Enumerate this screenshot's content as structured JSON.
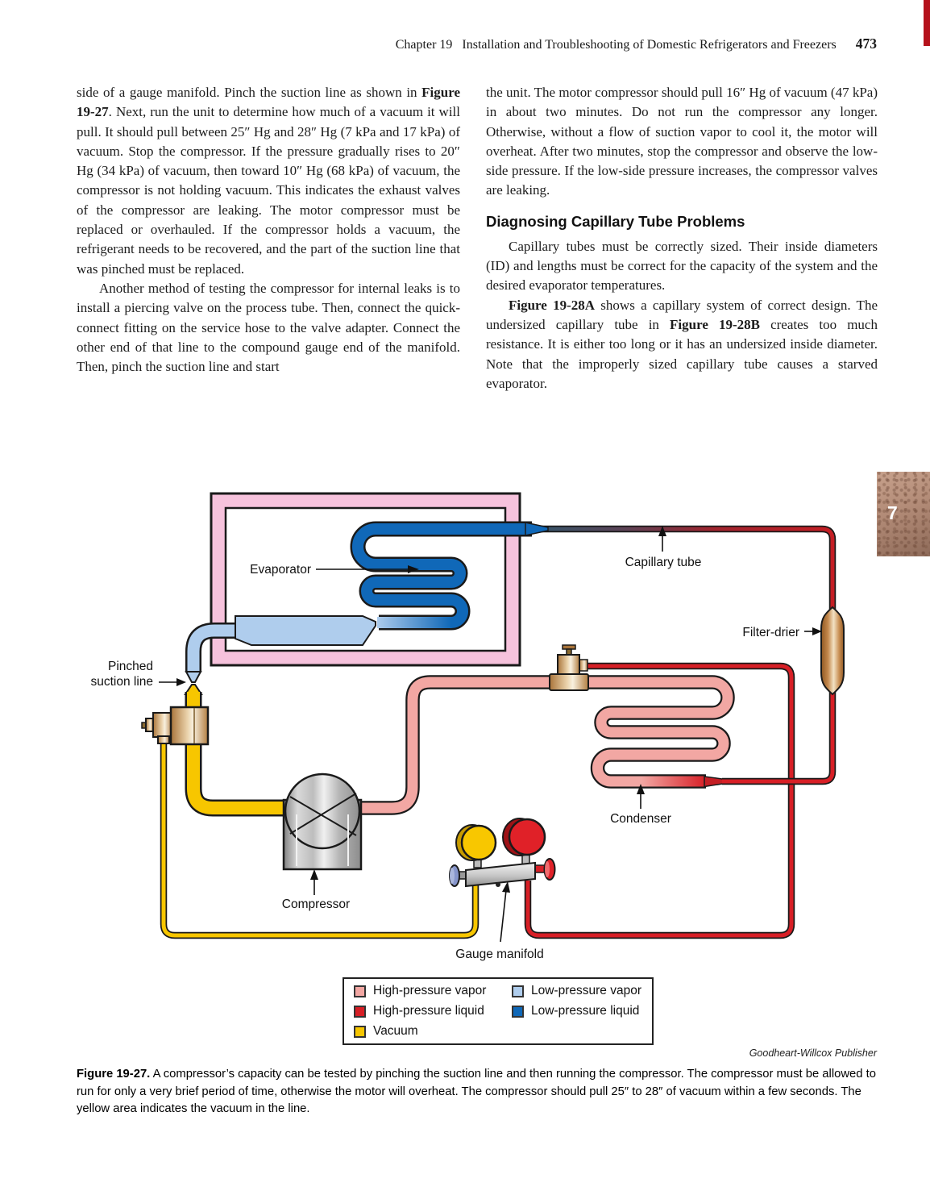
{
  "header": {
    "chapter": "Chapter 19",
    "title": "Installation and Troubleshooting of Domestic Refrigerators and Freezers",
    "page_number": "473"
  },
  "tab": {
    "number": "7"
  },
  "columns": {
    "left": {
      "p1": [
        {
          "t": "side of a gauge manifold. Pinch the suction line as shown in ",
          "b": false
        },
        {
          "t": "Figure 19-27",
          "b": true
        },
        {
          "t": ". Next, run the unit to determine how much of a vacuum it will pull. It should pull between 25″ Hg and 28″ Hg (7 kPa and 17 kPa) of vacuum. Stop the compressor. If the pressure gradually rises to 20″ Hg (34 kPa) of vacuum, then toward 10″ Hg (68 kPa) of vacuum, the compressor is not holding vacuum. This indicates the exhaust valves of the compressor are leaking. The motor compressor must be replaced or overhauled. If the compressor holds a vacuum, the refrigerant needs to be recovered, and the part of the suction line that was pinched must be replaced.",
          "b": false
        }
      ],
      "p2": [
        {
          "t": "Another method of testing the compressor for internal leaks is to install a piercing valve on the process tube. Then, connect the quick-connect fitting on the service hose to the valve adapter. Connect the other end of that line to the compound gauge end of the manifold. Then, pinch the suction line and start",
          "b": false
        }
      ]
    },
    "right": {
      "p1": [
        {
          "t": "the unit. The motor compressor should pull 16″ Hg of vacuum (47 kPa) in about two minutes. Do not run the compressor any longer. Otherwise, without a flow of suction vapor to cool it, the motor will overheat. After two minutes, stop the compressor and observe the low-side pressure. If the low-side pressure increases, the compressor valves are leaking.",
          "b": false
        }
      ],
      "heading": "Diagnosing Capillary Tube Problems",
      "p2": [
        {
          "t": "Capillary tubes must be correctly sized. Their inside diameters (ID) and lengths must be correct for the capacity of the system and the desired evaporator temperatures.",
          "b": false
        }
      ],
      "p3": [
        {
          "t": "Figure 19-28A",
          "b": true
        },
        {
          "t": " shows a capillary system of correct design. The undersized capillary tube in ",
          "b": false
        },
        {
          "t": "Figure 19-28B",
          "b": true
        },
        {
          "t": " creates too much resistance. It is either too long or it has an undersized inside diameter. Note that the improperly sized capillary tube causes a starved evaporator.",
          "b": false
        }
      ]
    }
  },
  "figure": {
    "labels": {
      "evaporator": "Evaporator",
      "capillary": "Capillary tube",
      "filter_drier": "Filter-drier",
      "pinched": "Pinched suction line",
      "compressor": "Compressor",
      "condenser": "Condenser",
      "gauge_manifold": "Gauge manifold"
    },
    "legend": {
      "items": [
        {
          "label": "High-pressure vapor",
          "color": "#F2A7A3"
        },
        {
          "label": "Low-pressure vapor",
          "color": "#AFCDED"
        },
        {
          "label": "High-pressure liquid",
          "color": "#D71F26"
        },
        {
          "label": "Low-pressure liquid",
          "color": "#1068B8"
        },
        {
          "label": "Vacuum",
          "color": "#F7C600"
        }
      ]
    },
    "credit": "Goodheart-Willcox Publisher",
    "caption": [
      {
        "t": "Figure 19-27.",
        "b": true
      },
      {
        "t": "  A compressor’s capacity can be tested by pinching the suction line and then running the compressor. The compressor must be allowed to run for only a very brief period of time, otherwise the motor will overheat. The compressor should pull 25″ to 28″ of vacuum within a few seconds. The yellow area indicates the vacuum in the line.",
        "b": false
      }
    ],
    "colors": {
      "cabinet_pink": "#F6C2DC",
      "brass": "#C4884C",
      "compressor_gray": "#BDBDBD",
      "tab_brown": "#B18A76",
      "strip_red": "#B5121B"
    }
  }
}
